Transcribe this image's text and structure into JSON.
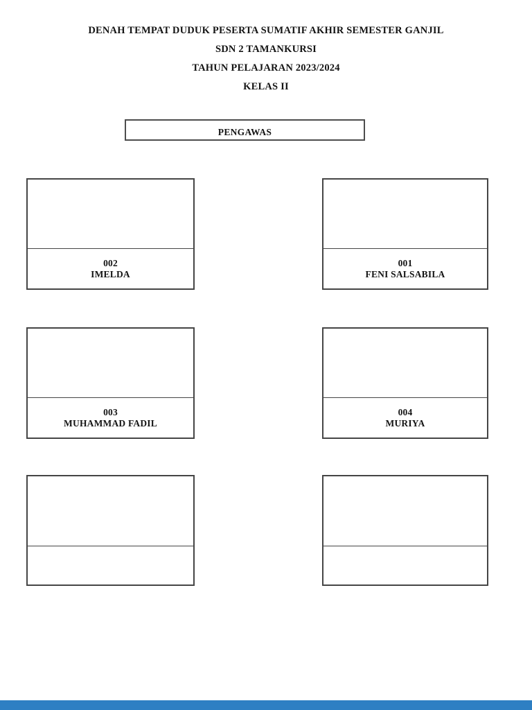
{
  "header": {
    "line1": "DENAH TEMPAT DUDUK PESERTA SUMATIF AKHIR SEMESTER GANJIL",
    "line2": "SDN 2 TAMANKURSI",
    "line3": "TAHUN PELAJARAN 2023/2024",
    "line4": "KELAS II"
  },
  "supervisor": {
    "label": "PENGAWAS"
  },
  "seats": [
    {
      "number": "002",
      "name": "IMELDA"
    },
    {
      "number": "001",
      "name": "FENI SALSABILA"
    },
    {
      "number": "003",
      "name": "MUHAMMAD FADIL"
    },
    {
      "number": "004",
      "name": "MURIYA"
    },
    {
      "number": "",
      "name": ""
    },
    {
      "number": "",
      "name": ""
    }
  ],
  "colors": {
    "background": "#ffffff",
    "text": "#141414",
    "box_border": "#454545",
    "footer_bar": "#2e7fc3"
  }
}
